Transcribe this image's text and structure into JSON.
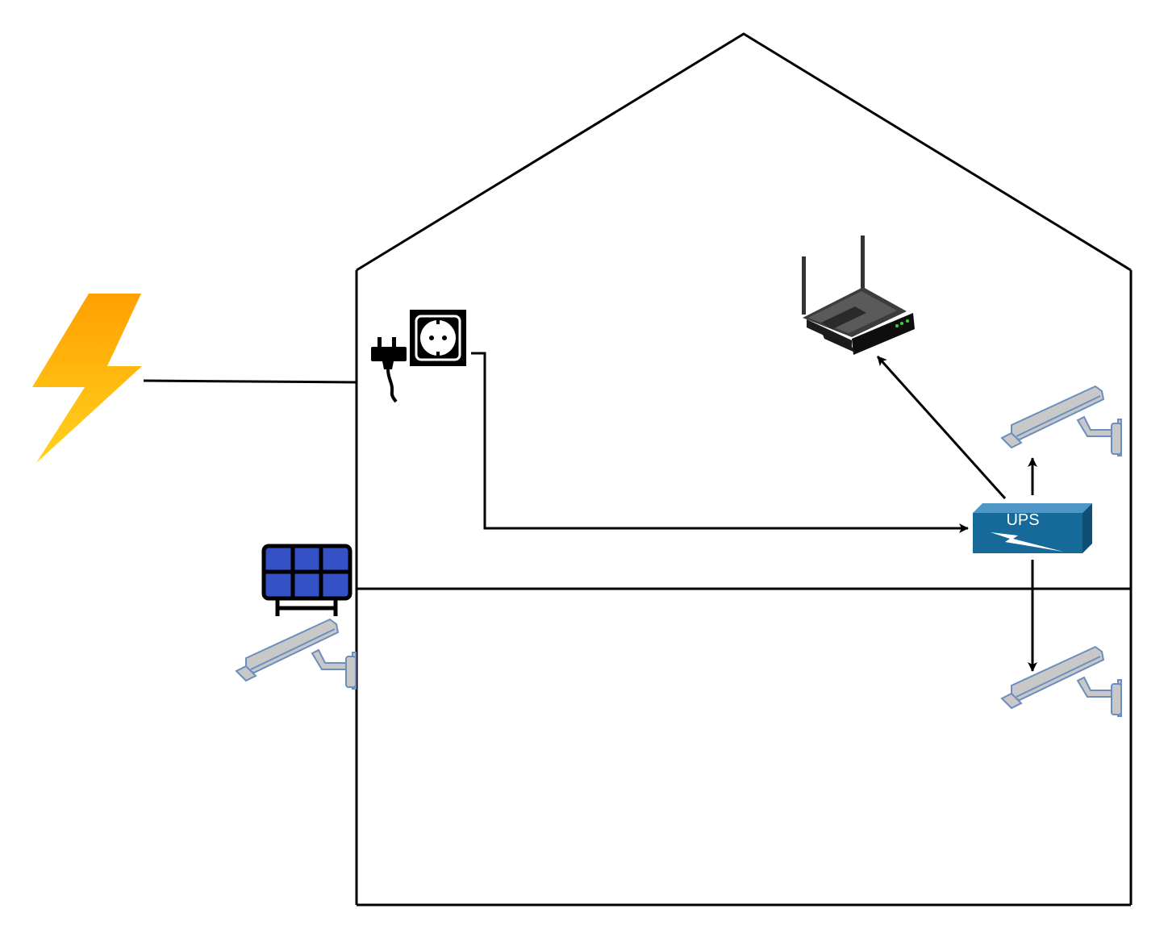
{
  "diagram": {
    "nodes": [
      {
        "id": "grid-power",
        "icon": "lightning-bolt-icon",
        "color": "#FFB800"
      },
      {
        "id": "wall-socket",
        "icon": "power-plug-socket-icon"
      },
      {
        "id": "wifi-router",
        "icon": "wireless-router-icon"
      },
      {
        "id": "ups",
        "icon": "ups-icon",
        "label": "UPS",
        "color": "#166A9A"
      },
      {
        "id": "solar-panel",
        "icon": "solar-panel-icon",
        "color": "#3551C6"
      },
      {
        "id": "camera-upper-right",
        "icon": "security-camera-icon"
      },
      {
        "id": "camera-lower-right",
        "icon": "security-camera-icon"
      },
      {
        "id": "camera-outdoor-left",
        "icon": "security-camera-icon"
      }
    ],
    "edges": [
      {
        "from": "grid-power",
        "to": "house-wall",
        "arrow": false
      },
      {
        "from": "wall-socket",
        "to": "ups",
        "arrow": true
      },
      {
        "from": "ups",
        "to": "wifi-router",
        "arrow": true
      },
      {
        "from": "ups",
        "to": "camera-upper-right",
        "arrow": true
      },
      {
        "from": "ups",
        "to": "camera-lower-right",
        "arrow": true
      }
    ],
    "colors": {
      "outline": "#000000",
      "camera_fill": "#C8C8C8",
      "camera_stroke": "#6C8EBF",
      "bolt_top": "#FFA000",
      "bolt_bottom": "#FFD21E"
    }
  }
}
